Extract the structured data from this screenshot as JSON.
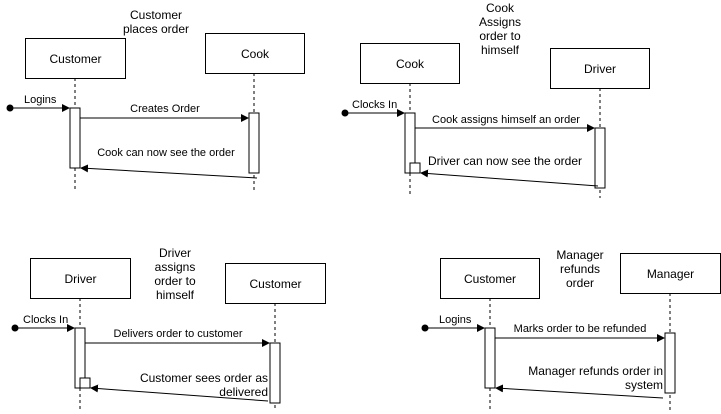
{
  "diagrams": [
    {
      "note": "Customer places order",
      "participant_a": "Customer",
      "participant_b": "Cook",
      "start_label": "Logins",
      "request_label": "Creates Order",
      "return_label": "Cook can now see the order"
    },
    {
      "note": "Cook Assigns order to himself",
      "participant_a": "Cook",
      "participant_b": "Driver",
      "start_label": "Clocks In",
      "request_label": "Cook assigns himself an order",
      "return_label": "Driver can now see the order"
    },
    {
      "note": "Driver assigns order to himself",
      "participant_a": "Driver",
      "participant_b": "Customer",
      "start_label": "Clocks In",
      "request_label": "Delivers order to customer",
      "return_label": "Customer sees order as delivered"
    },
    {
      "note": "Manager refunds order",
      "participant_a": "Customer",
      "participant_b": "Manager",
      "start_label": "Logins",
      "request_label": "Marks order to be refunded",
      "return_label": "Manager refunds order in system"
    }
  ]
}
